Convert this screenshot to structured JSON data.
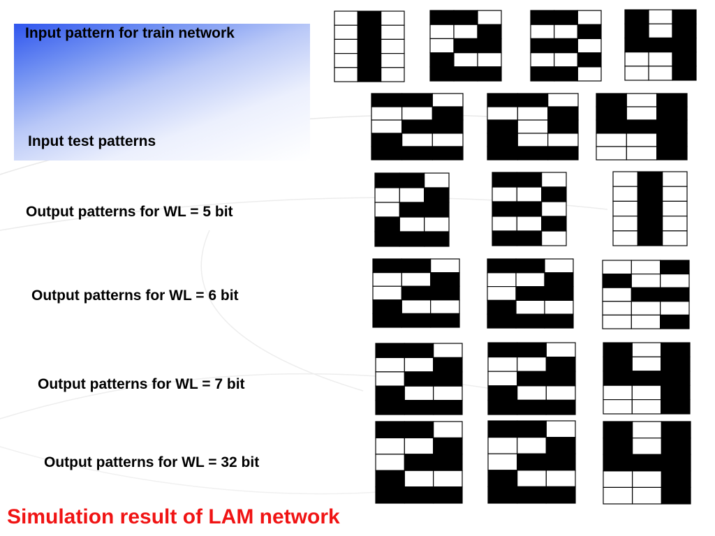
{
  "labels": {
    "train": "Input pattern for train network",
    "test": "Input test patterns",
    "wl5": "Output patterns for WL = 5 bit",
    "wl6": "Output patterns for WL = 6 bit",
    "wl7": "Output patterns for WL = 7 bit",
    "wl32": "Output patterns for WL = 32 bit"
  },
  "caption": "Simulation result of LAM network",
  "patterns": {
    "one": [
      "010",
      "010",
      "010",
      "010",
      "010"
    ],
    "two": [
      "110",
      "001",
      "011",
      "100",
      "111"
    ],
    "three": [
      "110",
      "001",
      "110",
      "001",
      "110"
    ],
    "four": [
      "101",
      "101",
      "111",
      "001",
      "001"
    ],
    "two_v2": [
      "110",
      "001",
      "101",
      "100",
      "111"
    ],
    "six_bit_third": [
      "001",
      "100",
      "011",
      "000",
      "001"
    ]
  },
  "rows": [
    [
      "one",
      "two",
      "three",
      "four"
    ],
    [
      "two",
      "two_v2",
      "four"
    ],
    [
      "two",
      "three",
      "one"
    ],
    [
      "two",
      "two",
      "six_bit_third"
    ],
    [
      "two",
      "two",
      "four"
    ],
    [
      "two",
      "two",
      "four"
    ]
  ]
}
